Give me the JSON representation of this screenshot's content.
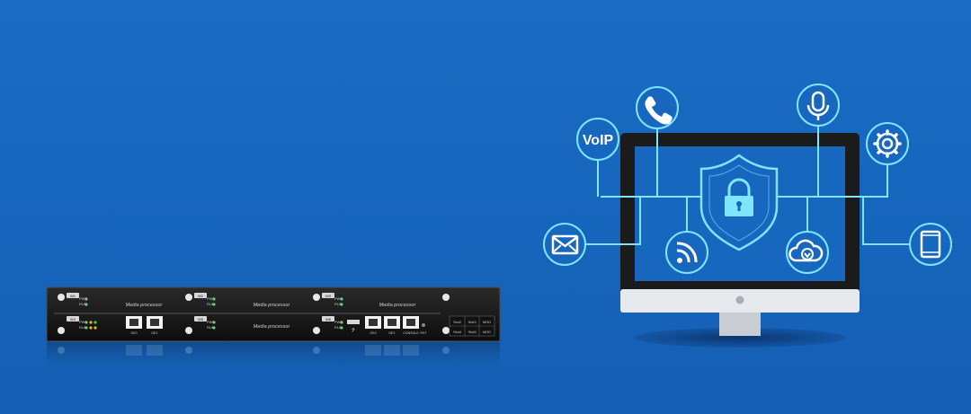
{
  "device": {
    "module_label": "Media processor",
    "led_pwr": "PWR",
    "led_run": "RUN",
    "port_ge0": "GE0",
    "port_ge1": "GE1",
    "port_console": "CONSOLE",
    "port_rst": "RST",
    "slot_tags": [
      "W1",
      "W2",
      "W3",
      "W4",
      "W5",
      "W6"
    ],
    "ctrl_labels": [
      "Slot2",
      "Slot3",
      "MOD",
      "Slot4",
      "Slot5",
      "MOD"
    ]
  },
  "voip_label": "VoIP",
  "icons": [
    "voip-icon",
    "phone-icon",
    "microphone-icon",
    "gear-icon",
    "mail-icon",
    "wifi-icon",
    "shield-lock-icon",
    "cloud-download-icon",
    "tablet-icon"
  ],
  "colors": {
    "background": "#1767bf",
    "line": "#7fe6ff",
    "monitor_screen": "#1767bf",
    "monitor_frame": "#1b1b1b",
    "monitor_chin": "#e6e9ee"
  }
}
